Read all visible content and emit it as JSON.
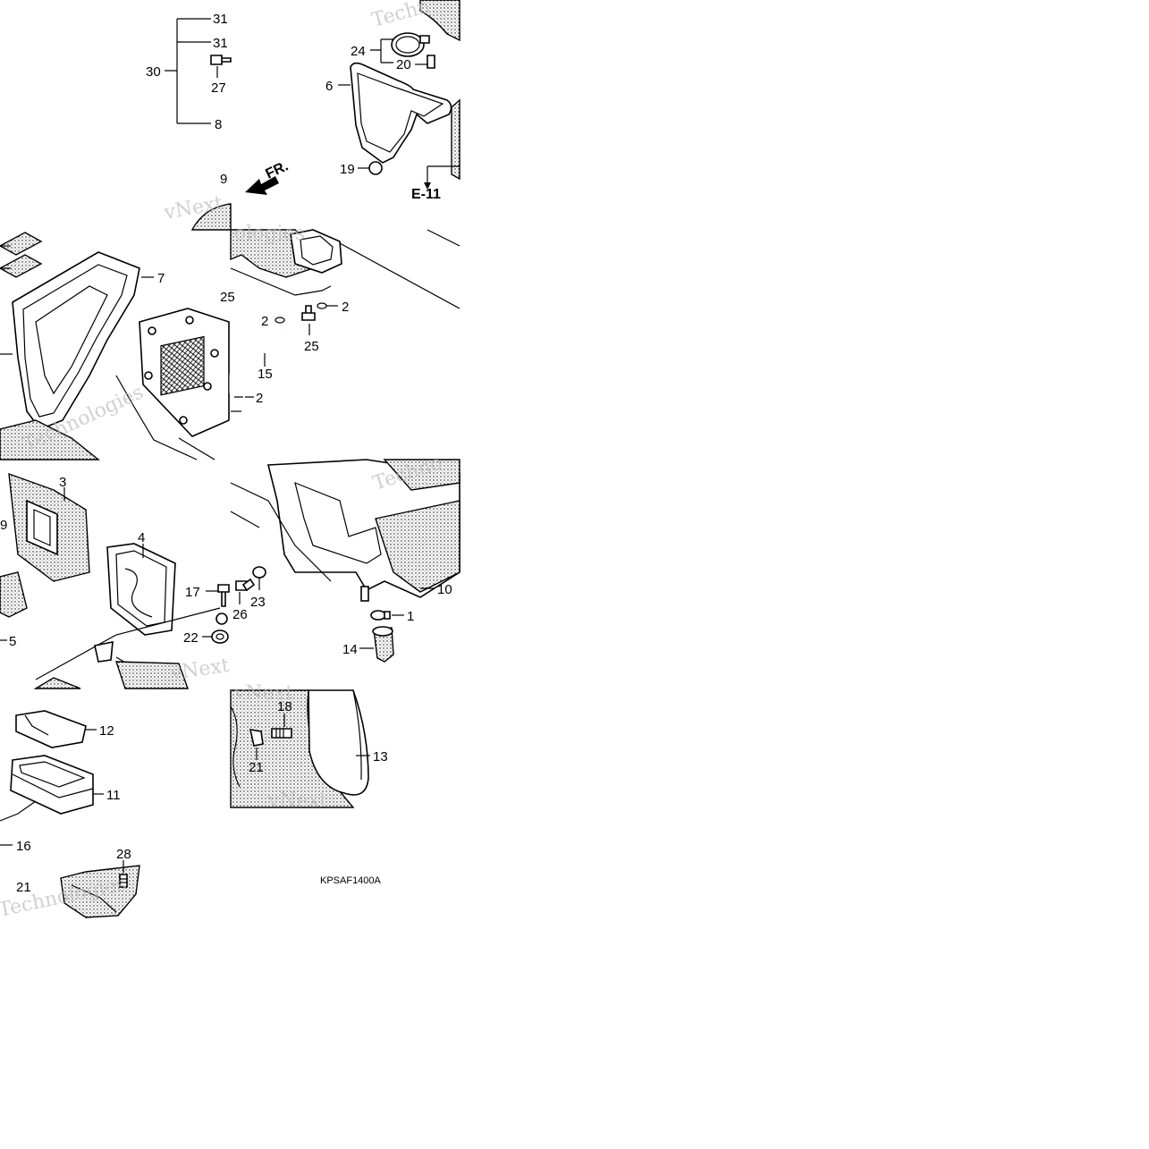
{
  "diagram": {
    "callouts": {
      "c1": "1",
      "c2a": "2",
      "c2b": "2",
      "c2c": "2",
      "c3": "3",
      "c4": "4",
      "c5": "5",
      "c6": "6",
      "c7": "7",
      "c8": "8",
      "c9a": "9",
      "c9b": "9",
      "c10": "10",
      "c11": "11",
      "c12": "12",
      "c13": "13",
      "c14": "14",
      "c15": "15",
      "c16": "16",
      "c17": "17",
      "c18": "18",
      "c19": "19",
      "c20": "20",
      "c21a": "21",
      "c21b": "21",
      "c22": "22",
      "c23": "23",
      "c24": "24",
      "c25a": "25",
      "c25b": "25",
      "c26": "26",
      "c27": "27",
      "c28": "28",
      "c30": "30",
      "c31a": "31",
      "c31b": "31"
    },
    "front_arrow_label": "FR.",
    "ref_label": "E-11",
    "drawing_code": "KPSAF1400A",
    "watermark": {
      "w1": "Techn",
      "w2": "vNext",
      "w3": "Technologies",
      "w4": "vNext",
      "w5": "Techno",
      "w6": "Technologies",
      "w7": "vNext",
      "w8": "ologies",
      "w9": "vNext"
    }
  }
}
